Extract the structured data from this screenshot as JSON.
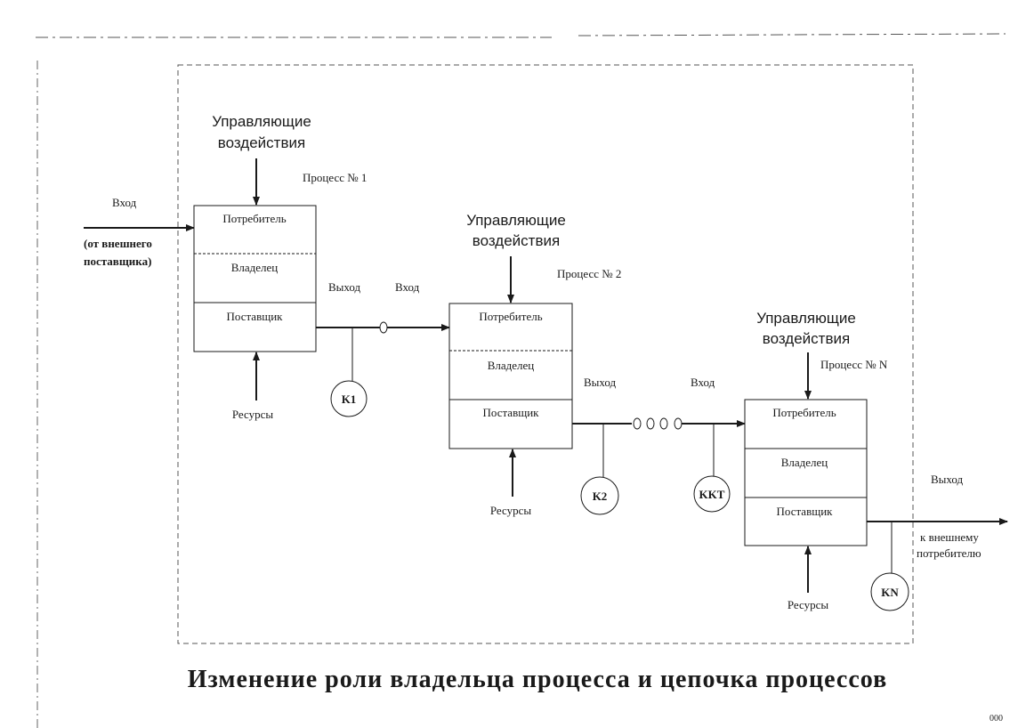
{
  "title": "Изменение роли владельца процесса и цепочка процессов",
  "page_number": "000",
  "external_input": {
    "label": "Вход",
    "source_line1": "(от внешнего",
    "source_line2": "поставщика)"
  },
  "external_output": {
    "label": "Выход",
    "target_line1": "к внешнему",
    "target_line2": "потребителю"
  },
  "processes": [
    {
      "name": "Процесс № 1",
      "control_line1": "Управляющие",
      "control_line2": "воздействия",
      "rows": [
        "Потребитель",
        "Владелец",
        "Поставщик"
      ],
      "resources": "Ресурсы"
    },
    {
      "name": "Процесс № 2",
      "control_line1": "Управляющие",
      "control_line2": "воздействия",
      "rows": [
        "Потребитель",
        "Владелец",
        "Поставщик"
      ],
      "resources": "Ресурсы"
    },
    {
      "name": "Процесс № N",
      "control_line1": "Управляющие",
      "control_line2": "воздействия",
      "rows": [
        "Потребитель",
        "Владелец",
        "Поставщик"
      ],
      "resources": "Ресурсы"
    }
  ],
  "links": [
    {
      "out_label": "Выход",
      "in_label": "Вход",
      "control_point": "K1"
    },
    {
      "out_label": "Выход",
      "in_label": "Вход",
      "control_point": "K2"
    },
    {
      "control_point": "KKT"
    },
    {
      "control_point": "KN"
    }
  ]
}
